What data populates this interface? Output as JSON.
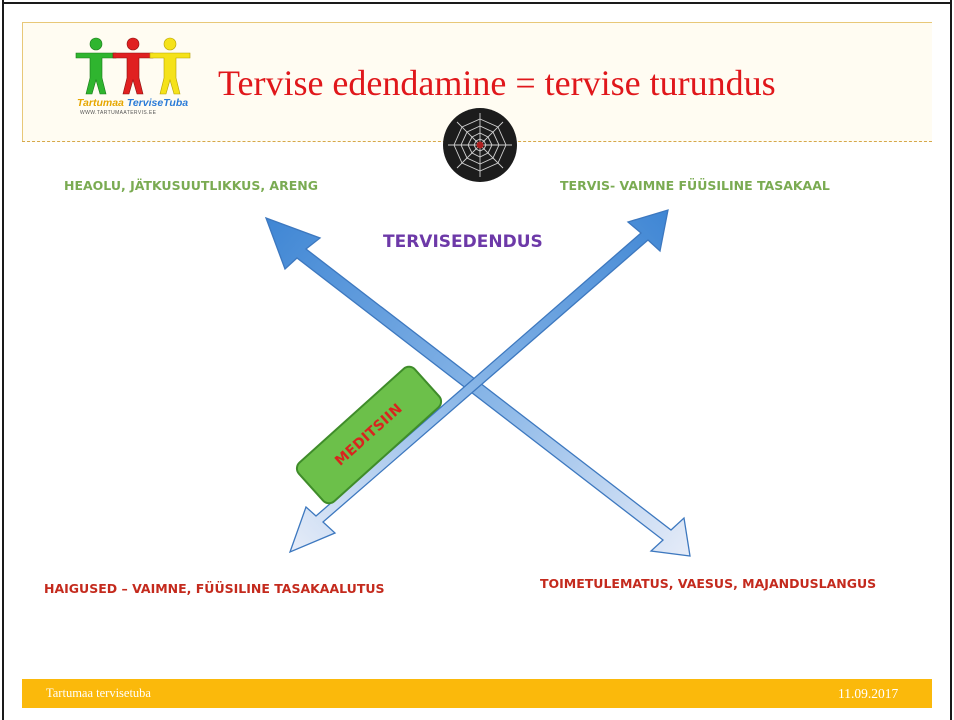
{
  "slide": {
    "title": "Tervise edendamine = tervise turundus",
    "logo": {
      "name_part1": "Tartumaa",
      "name_part2": "TerviseTuba",
      "url": "WWW.TARTUMAATERVIS.EE"
    }
  },
  "diagram": {
    "top_left": "HEAOLU, JÄTKUSUUTLIKKUS, ARENG",
    "top_right": "TERVIS- VAIMNE FÜÜSILINE TASAKAAL",
    "center": "TERVISEDENDUS",
    "medicine": "MEDITSIIN",
    "bottom_left": "HAIGUSED – VAIMNE, FÜÜSILINE TASAKAALUTUS",
    "bottom_right": "TOIMETULEMATUS, VAESUS, MAJANDUSLANGUS"
  },
  "footer": {
    "left": "Tartumaa tervisetuba",
    "right": "11.09.2017"
  },
  "colors": {
    "title": "#e0171b",
    "footer_bar": "#fbb90b",
    "top_labels": "#7aab52",
    "center_label": "#6d39a8",
    "bottom_labels": "#c42a1d",
    "medicine_box": "#6cc04a",
    "arrow_blue": "#4a90d9"
  },
  "icons": [
    "stick-figures-logo",
    "spider-web-icon",
    "double-arrow-diagonal"
  ]
}
